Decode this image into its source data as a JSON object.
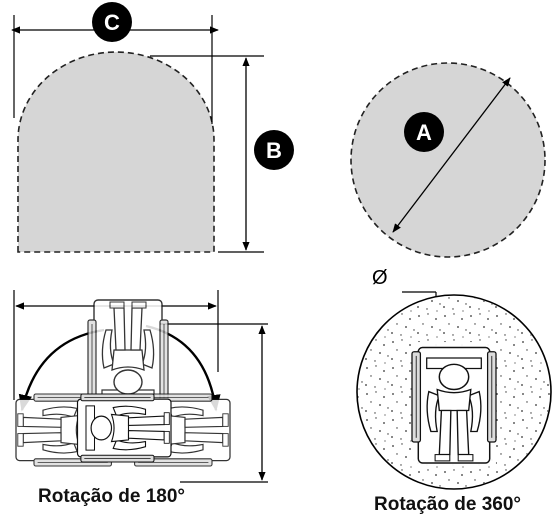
{
  "labels": {
    "c": "C",
    "b": "B",
    "a": "A",
    "diameter_symbol": "Ø"
  },
  "captions": {
    "rotation_180": "Rotação de 180°",
    "rotation_360": "Rotação de 360°"
  },
  "colors": {
    "shape_fill": "#d6d6d6",
    "label_circle": "#000000",
    "label_text": "#ffffff",
    "line": "#000000"
  }
}
